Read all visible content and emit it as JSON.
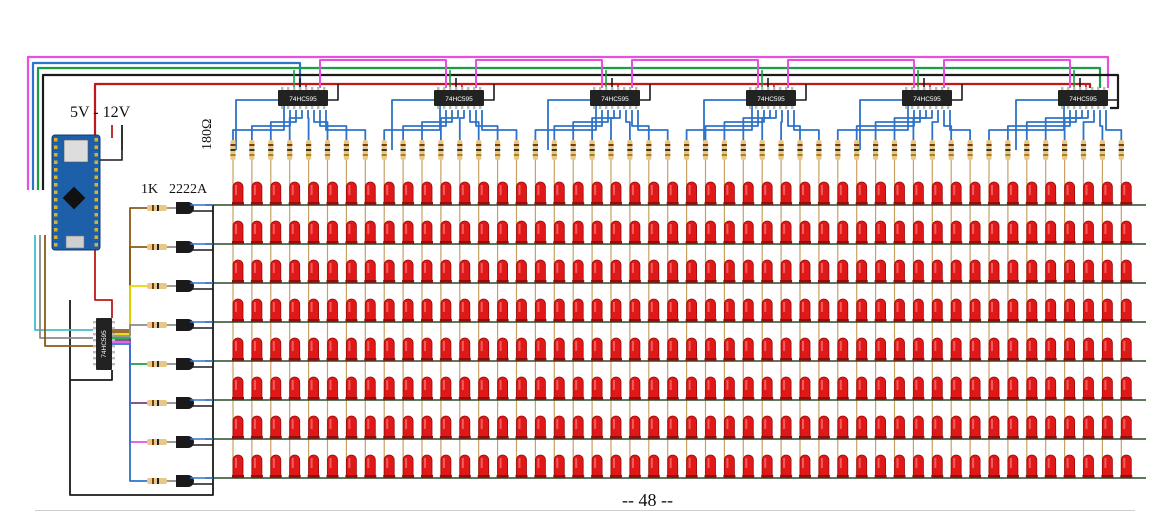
{
  "labels": {
    "supply": "5V - 12V",
    "column_resistor": "180Ω",
    "base_resistor": "1K",
    "transistor": "2222A",
    "footer": "-- 48 --"
  },
  "components": {
    "shift_register_part": "74HC595",
    "column_shift_registers": 6,
    "row_shift_registers": 1,
    "led_columns": 48,
    "led_rows": 8
  },
  "colors": {
    "led": "#e01818",
    "led_dark": "#9a0c0c",
    "wire_magenta": "#e64fe0",
    "wire_blue": "#2e73c9",
    "wire_green": "#18a040",
    "wire_black": "#1a1a1a",
    "wire_red": "#c01818",
    "wire_brown": "#8a5a14",
    "wire_yellow": "#e8d800",
    "wire_cyan": "#40c0c8",
    "wire_gray": "#8a8a8a",
    "board": "#1d5fa8",
    "chip": "#222222"
  },
  "icons": {
    "microcontroller": "arduino-nano-icon",
    "shift_register": "ic-chip-icon",
    "transistor": "npn-transistor-icon",
    "resistor": "resistor-icon",
    "led": "led-icon"
  }
}
